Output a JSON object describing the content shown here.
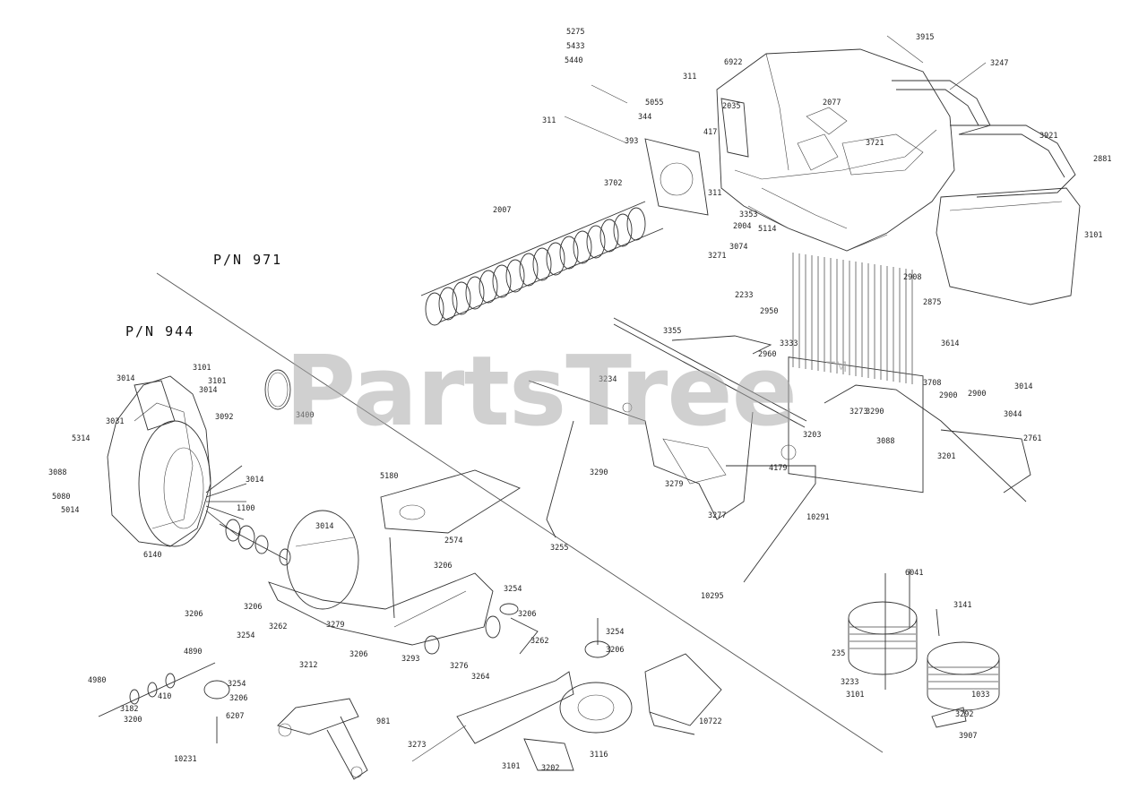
{
  "group_top_label": "P/N 971",
  "group_bottom_label": "P/N 944",
  "watermark": {
    "brand": "PartsTree",
    "tm": "TM"
  },
  "part_labels": [
    "3915",
    "3247",
    "6922",
    "5275",
    "5433",
    "5440",
    "311",
    "2077",
    "5055",
    "344",
    "2035",
    "311",
    "393",
    "417",
    "3721",
    "3921",
    "2881",
    "3702",
    "311",
    "2007",
    "3353",
    "2004",
    "5114",
    "3074",
    "3271",
    "2233",
    "3101",
    "2875",
    "3614",
    "2950",
    "2908",
    "3708",
    "3355",
    "3333",
    "2960",
    "2900",
    "3234",
    "2900",
    "3014",
    "3044",
    "2761",
    "3203",
    "4179",
    "3273",
    "3290",
    "3279",
    "3277",
    "3255",
    "10291",
    "10295",
    "3014",
    "3101",
    "3014",
    "3031",
    "5314",
    "3088",
    "5080",
    "5014",
    "6140",
    "3092",
    "3101",
    "3400",
    "1100",
    "3014",
    "5180",
    "3014",
    "2574",
    "3206",
    "3206",
    "3262",
    "3254",
    "3279",
    "3206",
    "3212",
    "3254",
    "3206",
    "4980",
    "410",
    "3182",
    "3200",
    "3254",
    "3206",
    "4890",
    "6207",
    "981",
    "10231",
    "3273",
    "3101",
    "3202",
    "3116",
    "3254",
    "3206",
    "10722",
    "3293",
    "3276",
    "3264",
    "3262",
    "3206",
    "235",
    "3141",
    "1033",
    "6041",
    "3907",
    "3292",
    "3233",
    "3101",
    "3201",
    "3290",
    "3088"
  ]
}
